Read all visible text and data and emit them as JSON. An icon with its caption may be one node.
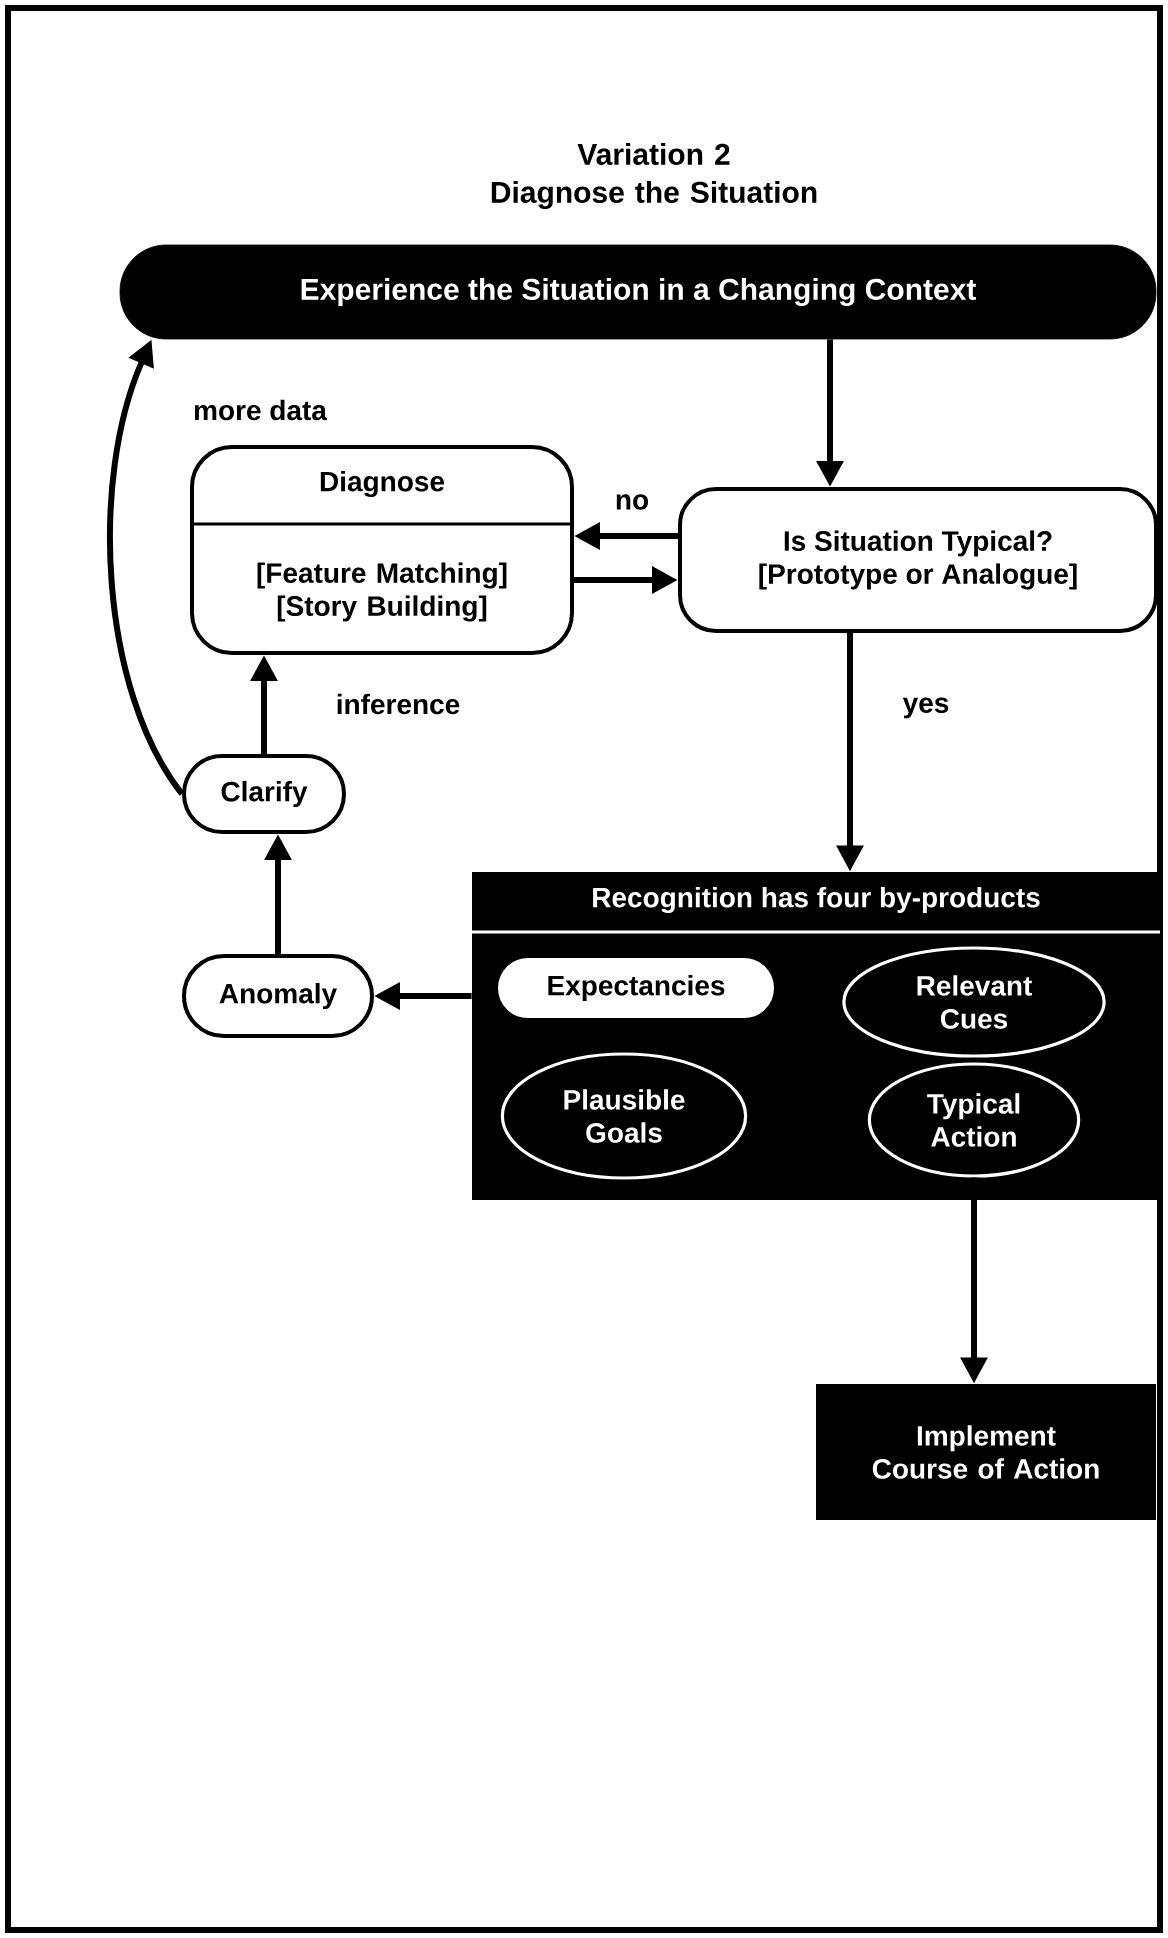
{
  "diagram": {
    "title": "Variation 2 Diagnose the Situation",
    "nodes": [
      {
        "text": [
          "Experience the Situation in a Changing Context"
        ]
      },
      {
        "text": [
          "Diagnose",
          "[Feature Matching] [Story Building]"
        ]
      },
      {
        "text": [
          "Is Situation Typical?",
          "[Prototype or Analogue]"
        ]
      },
      {
        "text": [
          "Clarify"
        ]
      },
      {
        "text": [
          "Recognition has four by-products"
        ]
      },
      {
        "text": [
          "Expectancies"
        ],
        "in": 4
      },
      {
        "text": [
          "Relevant Cues"
        ],
        "in": 4
      },
      {
        "text": [
          "Plausible Goals"
        ],
        "in": 4
      },
      {
        "text": [
          "Typical Action"
        ],
        "in": 4
      },
      {
        "text": [
          "Anomaly"
        ]
      },
      {
        "text": [
          "Implement Course of Action"
        ]
      }
    ],
    "edges": [
      {
        "from": 0,
        "to": 2,
        "arrow": "to"
      },
      {
        "from": 2,
        "to": 1,
        "arrow": "to",
        "label": "no"
      },
      {
        "from": 1,
        "to": 2,
        "arrow": "to"
      },
      {
        "from": 2,
        "to": 4,
        "arrow": "to",
        "label": "yes"
      },
      {
        "from": 3,
        "to": 1,
        "arrow": "to",
        "label": "inference"
      },
      {
        "from": 3,
        "to": 0,
        "arrow": "to",
        "label": "more data"
      },
      {
        "from": 4,
        "to": 9,
        "arrow": "to"
      },
      {
        "from": 9,
        "to": 3,
        "arrow": "to"
      },
      {
        "from": 8,
        "to": 10,
        "arrow": "to"
      }
    ]
  }
}
